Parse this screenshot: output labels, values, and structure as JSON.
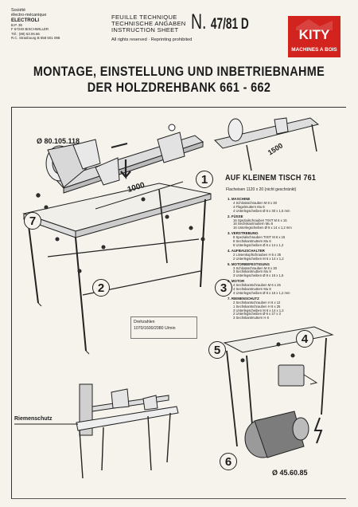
{
  "company": {
    "line1": "Société",
    "line2": "électro-mécanique",
    "name": "ELECTROLI",
    "bp": "B.P. 39",
    "city": "F 67240 BISCHWILLER",
    "tel": "Tél.: (88) 63.06.66",
    "rc": "R.C. Strasbourg B 558 501 098"
  },
  "sheet": {
    "fr": "FEUILLE TECHNIQUE",
    "de": "TECHNISCHE ANGABEN",
    "en": "INSTRUCTION SHEET",
    "rights": "All rights reserved · Reprinting prohibited"
  },
  "doc_number": {
    "prefix": "N.",
    "number": "47/81 D"
  },
  "logo": {
    "brand": "KITY",
    "tagline": "MACHINES A BOIS",
    "color": "#d2231e"
  },
  "title": {
    "line1": "MONTAGE, EINSTELLUNG UND INBETRIEBNAHME",
    "line2": "DER HOLZDREHBANK 661 - 662"
  },
  "dimensions": {
    "spindle": "Ø 80.105.118",
    "bed_length": "1000",
    "bed_extension": "1500",
    "motor_pulley": "Ø 45.60.85"
  },
  "callouts": [
    "1",
    "2",
    "3",
    "4",
    "5",
    "6",
    "7"
  ],
  "speed_box": {
    "label": "Drehzahlen",
    "values": "1070/1600/2080 U/min"
  },
  "belt_guard_label": "Riemenschutz",
  "section": {
    "title": "AUF KLEINEM TISCH 761",
    "subtitle": "Flacheisen 1120 x 20 (nicht geschränkt)"
  },
  "parts": [
    {
      "head": "1.  MASCHINE",
      "items": [
        "4 Schlossschrauben M 8 x 30",
        "4 Flügelmuttern Mu 8",
        "4 Unterlegscheiben Ø 8 x 30 x 1,5 mm"
      ]
    },
    {
      "head": "2.  FÜSSE",
      "items": [
        "16 Spezialschrauben TIXIT M 6 x 15",
        "16 Sechskantmuttern Mu 6",
        "16 Unterlegscheiben Ø 6 x 14 x 1,2 mm"
      ]
    },
    {
      "head": "3.  VERSTREBUNG",
      "items": [
        "8 Spezialschrauben TIXIT M 6 x 15",
        "8 Sechskantmuttern Mu 6",
        "8 Unterlegscheiben Ø 6 x 14 x 1,2"
      ]
    },
    {
      "head": "4.  AUFBAUSCHALTER",
      "items": [
        "2 Linsenkopfschrauben H 6 x 35",
        "2 Unterlegscheiben M 6 x 14 x 1,2"
      ]
    },
    {
      "head": "5.  MOTORBEFESTIGUNG",
      "items": [
        "3 Schlossschrauben M 8 x 30",
        "3 Sechskantmuttern Mu 8",
        "3 Unterlegscheiben Ø 8 x 16 x 1,5"
      ]
    },
    {
      "head": "6.  MOTOR",
      "items": [
        "4 Sechskantschrauben M 6 x 25",
        "4 Sechskantmuttern Mu 8",
        "4 Unterlegscheiben Ø 8 x 16 x 1,2 mm"
      ]
    },
    {
      "head": "7.  RIEMENSCHUTZ",
      "items": [
        "2 Sechskantschrauben H 6 x 12",
        "1 Sechskantschrauben H 6 x 25",
        "3 Unterlegscheiben M 6 x 14 x 1,2",
        "2 Unterlegscheiben Ø 6 x 27 x 3",
        "3 Sechskantmuttern H 6"
      ]
    }
  ]
}
